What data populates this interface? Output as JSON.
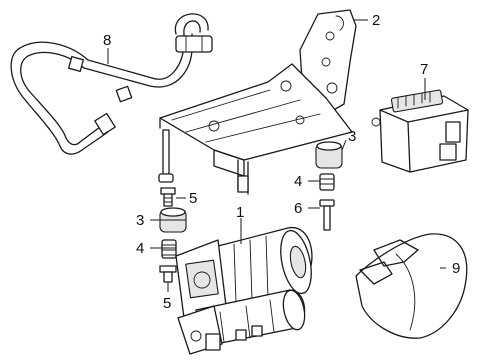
{
  "callouts": {
    "c1": "1",
    "c2": "2",
    "c3a": "3",
    "c3b": "3",
    "c4a": "4",
    "c4b": "4",
    "c5a": "5",
    "c5b": "5",
    "c6": "6",
    "c7": "7",
    "c8": "8",
    "c9": "9"
  },
  "parts": {
    "compressor": "air-compressor",
    "bracket_upper": "mounting-bracket-upper",
    "mount_bushing": "rubber-mount-bushing",
    "spacer": "spacer-sleeve",
    "bolt": "bolt",
    "stud": "stud-pin",
    "control_module": "control-module",
    "air_hose": "air-hose",
    "heat_shield": "heat-shield"
  }
}
